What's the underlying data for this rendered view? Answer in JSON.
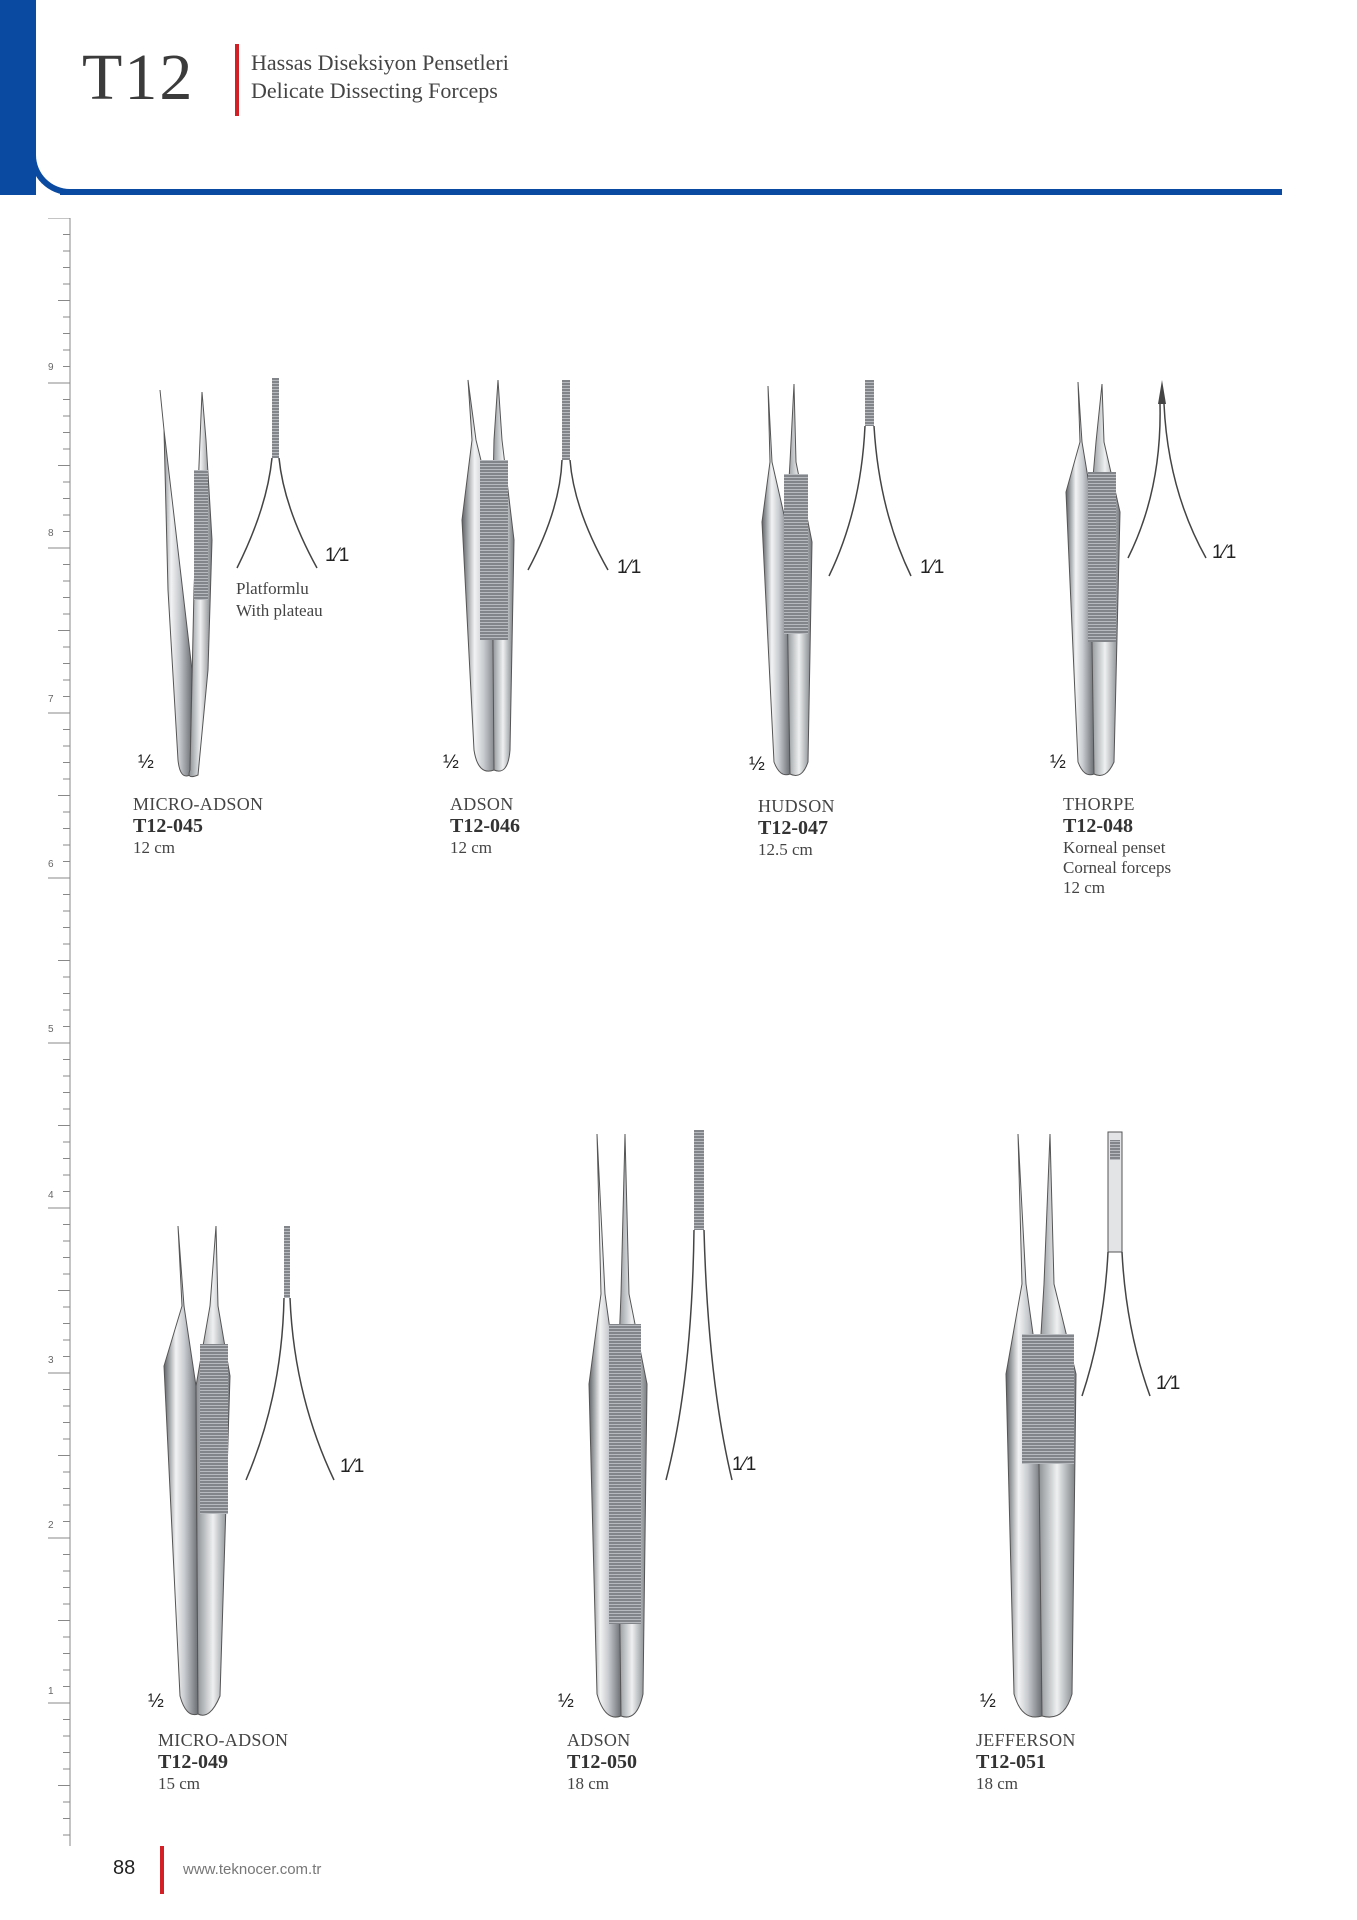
{
  "header": {
    "code": "T12",
    "title_tr": "Hassas Diseksiyon Pensetleri",
    "title_en": "Delicate Dissecting Forceps"
  },
  "colors": {
    "brand_blue": "#0a4aa0",
    "accent_red": "#d32027",
    "steel_light": "#e6e8ea",
    "steel_dark": "#6b6f73"
  },
  "ruler": {
    "numbers": [
      "9",
      "8",
      "7",
      "6",
      "5",
      "4",
      "3",
      "2",
      "1"
    ],
    "unit": "in"
  },
  "scale_labels": {
    "half": "½",
    "full": "1⁄1"
  },
  "products": [
    {
      "name": "MICRO-ADSON",
      "code": "T12-045",
      "size": "12 cm",
      "note_tr": "Platformlu",
      "note_en": "With plateau"
    },
    {
      "name": "ADSON",
      "code": "T12-046",
      "size": "12 cm"
    },
    {
      "name": "HUDSON",
      "code": "T12-047",
      "size": "12.5 cm"
    },
    {
      "name": "THORPE",
      "code": "T12-048",
      "note_tr": "Korneal penset",
      "note_en": "Corneal forceps",
      "size": "12 cm"
    },
    {
      "name": "MICRO-ADSON",
      "code": "T12-049",
      "size": "15 cm"
    },
    {
      "name": "ADSON",
      "code": "T12-050",
      "size": "18 cm"
    },
    {
      "name": "JEFFERSON",
      "code": "T12-051",
      "size": "18 cm"
    }
  ],
  "footer": {
    "page_number": "88",
    "website": "www.teknocer.com.tr"
  }
}
